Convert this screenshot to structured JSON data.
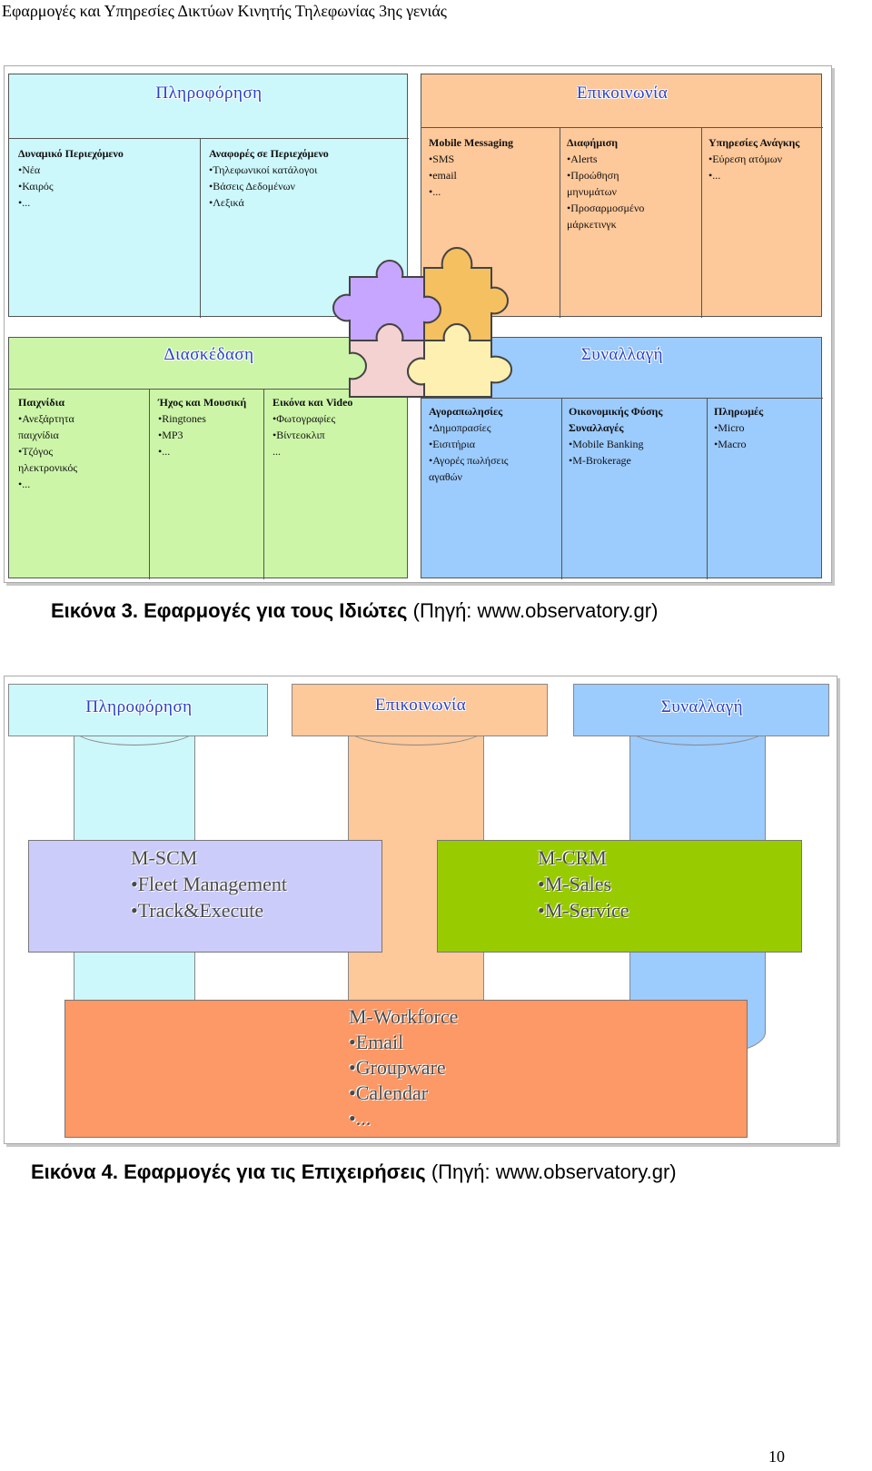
{
  "page": {
    "header": "Εφαρμογές και Υπηρεσίες Δικτύων Κινητής Τηλεφωνίας 3ης γενιάς",
    "page_number": "10"
  },
  "figure3": {
    "caption_label": "Εικόνα 3.",
    "caption_title": "Εφαρμογές για τους Ιδιώτες",
    "caption_source": "(Πηγή: www.observatory.gr)",
    "colors": {
      "info": "#ccf7fb",
      "comm": "#fdc89a",
      "ent": "#ccf5a8",
      "trans": "#9ccbfd"
    },
    "quadrants": {
      "info": {
        "title": "Πληροφόρηση",
        "cols": [
          {
            "heading": "Δυναμικό Περιεχόμενο",
            "items": [
              "•Νέα",
              "•Καιρός",
              "•..."
            ]
          },
          {
            "heading": "Αναφορές σε Περιεχόμενο",
            "items": [
              "•Τηλεφωνικοί κατάλογοι",
              "•Βάσεις Δεδομένων",
              "•Λεξικά"
            ]
          }
        ]
      },
      "comm": {
        "title": "Επικοινωνία",
        "cols": [
          {
            "heading": "Mobile Messaging",
            "items": [
              "•SMS",
              "•email",
              "•..."
            ]
          },
          {
            "heading": "Διαφήμιση",
            "items": [
              "•Alerts",
              "•Προώθηση",
              "μηνυμάτων",
              "•Προσαρμοσμένο",
              "μάρκετινγκ"
            ]
          },
          {
            "heading": "Υπηρεσίες Ανάγκης",
            "items": [
              "•Εύρεση ατόμων",
              "•..."
            ]
          }
        ]
      },
      "ent": {
        "title": "Διασκέδαση",
        "cols": [
          {
            "heading": "Παιχνίδια",
            "items": [
              "•Ανεξάρτητα",
              "παιχνίδια",
              "•Τζόγος",
              "ηλεκτρονικός",
              "•..."
            ]
          },
          {
            "heading": "Ήχος και Μουσική",
            "items": [
              "•Ringtones",
              "•MP3",
              "•..."
            ]
          },
          {
            "heading": "Εικόνα και Video",
            "items": [
              "•Φωτογραφίες",
              "•Βίντεοκλιπ",
              "..."
            ]
          }
        ]
      },
      "trans": {
        "title": "Συναλλαγή",
        "cols": [
          {
            "heading": "Αγοραπωλησίες",
            "items": [
              "•Δημοπρασίες",
              "•Εισιτήρια",
              "•Αγορές πωλήσεις",
              "αγαθών"
            ]
          },
          {
            "heading": "Οικονομικής Φύσης Συναλλαγές",
            "items": [
              "•Mobile Banking",
              "•M-Brokerage"
            ]
          },
          {
            "heading": "Πληρωμές",
            "items": [
              "•Micro",
              "•Macro"
            ]
          }
        ]
      }
    }
  },
  "figure4": {
    "caption_label": "Εικόνα 4.",
    "caption_title": "Εφαρμογές για τις Επιχειρήσεις",
    "caption_source": "(Πηγή: www.observatory.gr)",
    "pillars": [
      {
        "title": "Πληροφόρηση",
        "color": "#ccf7fb"
      },
      {
        "title": "Επικοινωνία",
        "color": "#fdc89a"
      },
      {
        "title": "Συναλλαγή",
        "color": "#9ccbfd"
      }
    ],
    "mscm": {
      "title": "M-SCM",
      "items": [
        "•Fleet Management",
        "•Track&Execute"
      ],
      "color": "#ccccfa"
    },
    "mcrm": {
      "title": "M-CRM",
      "items": [
        "•M-Sales",
        "•M-Service"
      ],
      "color": "#99cc00"
    },
    "mworkforce": {
      "title": "M-Workforce",
      "items": [
        "•Email",
        "•Groupware",
        "•Calendar",
        "•..."
      ],
      "color": "#fd9966"
    }
  }
}
